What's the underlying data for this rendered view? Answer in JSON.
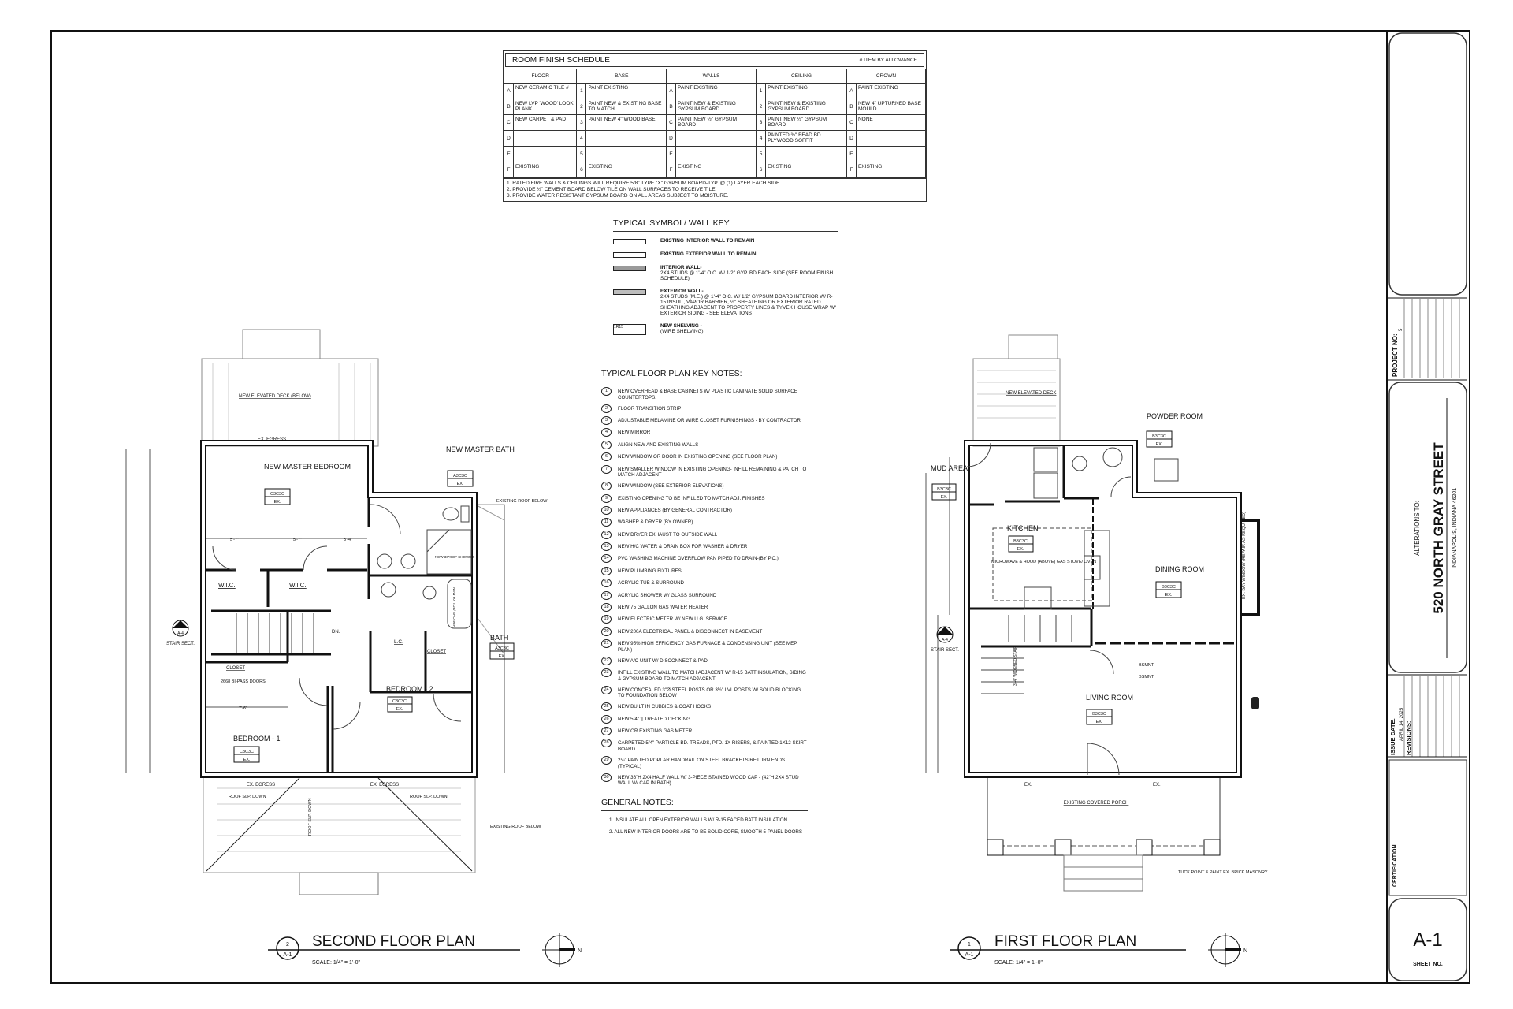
{
  "schedule": {
    "title": "ROOM FINISH SCHEDULE",
    "allowance_note": "# ITEM BY ALLOWANCE",
    "columns": [
      "FLOOR",
      "BASE",
      "WALLS",
      "CEILING",
      "CROWN"
    ],
    "rows": [
      [
        [
          "A",
          "NEW CERAMIC TILE #"
        ],
        [
          "1",
          "PAINT EXISTING"
        ],
        [
          "A",
          "PAINT EXISTING"
        ],
        [
          "1",
          "PAINT EXISTING"
        ],
        [
          "A",
          "PAINT EXISTING"
        ]
      ],
      [
        [
          "B",
          "NEW LVP 'WOOD' LOOK PLANK"
        ],
        [
          "2",
          "PAINT NEW & EXISTING BASE TO MATCH"
        ],
        [
          "B",
          "PAINT NEW & EXISTING GYPSUM BOARD"
        ],
        [
          "2",
          "PAINT NEW & EXISTING GYPSUM BOARD"
        ],
        [
          "B",
          "NEW 4\" UPTURNED BASE MOULD"
        ]
      ],
      [
        [
          "C",
          "NEW CARPET & PAD"
        ],
        [
          "3",
          "PAINT NEW 4\" WOOD BASE"
        ],
        [
          "C",
          "PAINT NEW ½\" GYPSUM BOARD"
        ],
        [
          "3",
          "PAINT NEW ½\" GYPSUM BOARD"
        ],
        [
          "C",
          "NONE"
        ]
      ],
      [
        [
          "D",
          ""
        ],
        [
          "4",
          ""
        ],
        [
          "D",
          ""
        ],
        [
          "4",
          "PAINTED ⅜\" BEAD BD. PLYWOOD SOFFIT"
        ],
        [
          "D",
          ""
        ]
      ],
      [
        [
          "E",
          ""
        ],
        [
          "5",
          ""
        ],
        [
          "E",
          ""
        ],
        [
          "5",
          ""
        ],
        [
          "E",
          ""
        ]
      ],
      [
        [
          "F",
          "EXISTING"
        ],
        [
          "6",
          "EXISTING"
        ],
        [
          "F",
          "EXISTING"
        ],
        [
          "6",
          "EXISTING"
        ],
        [
          "F",
          "EXISTING"
        ]
      ]
    ],
    "notes": [
      "1. RATED FIRE WALLS & CEILINGS WILL REQUIRE 5/8\" TYPE \"X\" GYPSUM BOARD-TYP. @ (1) LAYER EACH SIDE",
      "2. PROVIDE ½\" CEMENT BOARD BELOW TILE ON WALL SURFACES TO RECEIVE TILE.",
      "3. PROVIDE WATER RESISTANT GYPSUM BOARD ON ALL AREAS SUBJECT TO MOISTURE."
    ]
  },
  "wall_key": {
    "title": "TYPICAL SYMBOL/ WALL KEY",
    "items": [
      {
        "label": "EXISTING INTERIOR WALL TO REMAIN",
        "desc": "",
        "fill": "#ffffff",
        "swatch_text": ""
      },
      {
        "label": "EXISTING EXTERIOR WALL TO REMAIN",
        "desc": "",
        "fill": "#ffffff",
        "swatch_text": ""
      },
      {
        "label": "INTERIOR WALL-",
        "desc": "2x4 STUDS @ 1'-4\" O.C. W/ 1/2\" GYP. BD EACH SIDE (SEE ROOM FINISH SCHEDULE)",
        "fill": "#9a9a9a",
        "swatch_text": ""
      },
      {
        "label": "EXTERIOR WALL-",
        "desc": "2x4 STUDS (M.E.) @ 1'-4\" O.C. W/ 1/2\" GYPSUM BOARD INTERIOR W/ R-15 INSUL., VAPOR BARRIER, ½\" SHEATHING OR EXTERIOR RATED SHEATHING ADJACENT TO PROPERTY LINES & TYVEK HOUSE WRAP W/ EXTERIOR SIDING - SEE ELEVATIONS",
        "fill": "#bdbdbd",
        "swatch_text": ""
      },
      {
        "label": "NEW SHELVING -",
        "desc": "(WIRE SHELVING)",
        "fill": "#ffffff",
        "swatch_text": "1R15"
      }
    ]
  },
  "key_notes": {
    "title": "TYPICAL FLOOR PLAN KEY NOTES:",
    "items": [
      {
        "n": "1",
        "t": "NEW OVERHEAD & BASE CABINETS W/ PLASTIC LAMINATE SOLID SURFACE COUNTERTOPS."
      },
      {
        "n": "2",
        "t": "FLOOR TRANSITION STRIP"
      },
      {
        "n": "3",
        "t": "ADJUSTABLE MELAMINE OR WIRE CLOSET FURNISHINGS - BY CONTRACTOR"
      },
      {
        "n": "4",
        "t": "NEW MIRROR"
      },
      {
        "n": "5",
        "t": "ALIGN NEW AND EXISTING WALLS"
      },
      {
        "n": "6",
        "t": "NEW WINDOW OR DOOR IN EXISTING OPENING (SEE FLOOR PLAN)"
      },
      {
        "n": "7",
        "t": "NEW SMALLER WINDOW IN EXISTING OPENING- INFILL REMAINING & PATCH TO MATCH ADJACENT"
      },
      {
        "n": "8",
        "t": "NEW WINDOW (SEE EXTERIOR ELEVATIONS)"
      },
      {
        "n": "9",
        "t": "EXISTING OPENING TO BE INFILLED TO MATCH ADJ. FINISHES"
      },
      {
        "n": "10",
        "t": "NEW APPLIANCES (BY GENERAL CONTRACTOR)"
      },
      {
        "n": "11",
        "t": "WASHER & DRYER (BY OWNER)"
      },
      {
        "n": "12",
        "t": "NEW DRYER EXHAUST TO OUTSIDE WALL"
      },
      {
        "n": "13",
        "t": "NEW H/C WATER & DRAIN BOX FOR WASHER & DRYER"
      },
      {
        "n": "14",
        "t": "PVC WASHING MACHINE OVERFLOW PAN PIPED TO DRAIN-(BY P.C.)"
      },
      {
        "n": "15",
        "t": "NEW PLUMBING FIXTURES"
      },
      {
        "n": "16",
        "t": "ACRYLIC TUB & SURROUND"
      },
      {
        "n": "17",
        "t": "ACRYLIC SHOWER W/ GLASS SURROUND"
      },
      {
        "n": "18",
        "t": "NEW 75 GALLON GAS WATER HEATER"
      },
      {
        "n": "19",
        "t": "NEW ELECTRIC METER W/ NEW U.G. SERVICE"
      },
      {
        "n": "20",
        "t": "NEW 200A ELECTRICAL PANEL & DISCONNECT IN BASEMENT"
      },
      {
        "n": "21",
        "t": "NEW 95% HIGH EFFICIENCY GAS FURNACE & CONDENSING UNIT (SEE MEP PLAN)"
      },
      {
        "n": "22",
        "t": "NEW A/C UNIT W/ DISCONNECT & PAD"
      },
      {
        "n": "23",
        "t": "INFILL EXISTING WALL TO MATCH ADJACENT W/ R-15 BATT INSULATION, SIDING & GYPSUM BOARD TO MATCH ADJACENT"
      },
      {
        "n": "24",
        "t": "NEW CONCEALED 3\"Ø STEEL POSTS OR 3½\" LVL POSTS W/ SOLID BLOCKING TO FOUNDATION BELOW"
      },
      {
        "n": "25",
        "t": "NEW BUILT IN CUBBIES & COAT HOOKS"
      },
      {
        "n": "26",
        "t": "NEW 5/4\" ¶ TREATED DECKING"
      },
      {
        "n": "27",
        "t": "NEW OR EXISTING GAS METER"
      },
      {
        "n": "28",
        "t": "CARPETED 5/4\" PARTICLE BD. TREADS, PTD. 1x RISERS, & PAINTED 1x12 SKIRT BOARD"
      },
      {
        "n": "29",
        "t": "2¼\" PAINTED POPLAR HANDRAIL ON STEEL BRACKETS RETURN ENDS (TYPICAL)"
      },
      {
        "n": "30",
        "t": "NEW 36\"H 2x4 HALF WALL W/ 3-PIECE STAINED WOOD CAP - (42\"H 2x4 STUD WALL W/ CAP IN BATH)"
      }
    ]
  },
  "general_notes": {
    "title": "GENERAL NOTES:",
    "items": [
      "1. INSULATE ALL OPEN EXTERIOR WALLS W/ R-15 FACED BATT INSULATION",
      "2. ALL NEW INTERIOR DOORS ARE TO BE SOLID CORE, SMOOTH 5-PANEL DOORS"
    ]
  },
  "second_floor": {
    "title": "SECOND FLOOR PLAN",
    "scale": "SCALE: 1/4\" = 1'-0\"",
    "detail_num": "2",
    "sheet_ref": "A-1",
    "north": "N",
    "deck_label": "NEW ELEVATED DECK (BELOW)",
    "egress_top": "EX. EGRESS",
    "egress_bl": "EX. EGRESS",
    "egress_br": "EX. EGRESS",
    "roof_slope_l": "ROOF SLP. DOWN",
    "roof_slope_r": "ROOF SLP. DOWN",
    "roof_slope_c": "ROOF SLP. DOWN",
    "existing_roof_top": "EXISTING ROOF BELOW",
    "existing_roof_bottom": "EXISTING ROOF BELOW",
    "stair_sect": "STAIR SECT.",
    "stair_ref": "A-4",
    "rooms": [
      {
        "name": "NEW MASTER BEDROOM",
        "code": "C3C3C",
        "ceil": "EX."
      },
      {
        "name": "NEW MASTER BATH",
        "code": "A3C3C",
        "ceil": "EX."
      },
      {
        "name": "W.I.C.",
        "code": "",
        "ceil": ""
      },
      {
        "name": "W.I.C.",
        "code": "",
        "ceil": ""
      },
      {
        "name": "BATH",
        "code": "A3C3C",
        "ceil": "EX."
      },
      {
        "name": "BEDROOM - 2",
        "code": "C3C3C",
        "ceil": "EX."
      },
      {
        "name": "BEDROOM - 1",
        "code": "C3C3C",
        "ceil": "EX."
      },
      {
        "name": "L.C.",
        "code": "",
        "ceil": ""
      },
      {
        "name": "CLOSET",
        "code": "",
        "ceil": ""
      },
      {
        "name": "CLOSET",
        "code": "",
        "ceil": ""
      }
    ],
    "dims": [
      "5'-7\"",
      "5'-7\"",
      "3'-4\"",
      "7'-6\"",
      "2668 BI-PASS DOORS",
      "NEW 36\"x36\" SHOWER",
      "NEW 60\" TUB/ SHOWER",
      "DN."
    ]
  },
  "first_floor": {
    "title": "FIRST FLOOR PLAN",
    "scale": "SCALE: 1/4\" = 1'-0\"",
    "detail_num": "1",
    "sheet_ref": "A-1",
    "north": "N",
    "deck_label": "NEW ELEVATED DECK",
    "porch_label": "EXISTING COVERED PORCH",
    "masonry_note": "TUCK POINT & PAINT EX. BRICK MASONRY",
    "bay_window": "EX. BAY WINDOW (REPAIR AS REQUIRED)",
    "appliance_note": "MICROWAVE & HOOD (ABOVE) GAS STOVE/ OVEN",
    "bsmnt1": "BSMNT",
    "bsmnt2": "BSMNT",
    "stair_note": "3'-4\" WIDENED STAIR",
    "stair_sect": "STAIR SECT.",
    "stair_ref": "A-4",
    "ex1": "EX.",
    "ex2": "EX.",
    "rooms": [
      {
        "name": "POWDER ROOM",
        "code": "B3C3C",
        "ceil": "EX."
      },
      {
        "name": "MUD AREA",
        "code": "B3C3C",
        "ceil": "EX."
      },
      {
        "name": "KITCHEN",
        "code": "B3C3C",
        "ceil": "EX."
      },
      {
        "name": "DINING ROOM",
        "code": "B3C3C",
        "ceil": "EX."
      },
      {
        "name": "LIVING ROOM",
        "code": "B3C3C",
        "ceil": "EX."
      }
    ]
  },
  "title_block": {
    "project_no_label": "PROJECT NO:",
    "project_no": "5",
    "alterations_to": "ALTERATIONS TO:",
    "address": "520 NORTH GRAY STREET",
    "city": "INDIANAPOLIS, INDIANA 46201",
    "issue_date_label": "ISSUE DATE:",
    "issue_date": "APRIL 14, 2025",
    "revisions_label": "REVISIONS:",
    "certification_label": "CERTIFICATION",
    "sheet_no": "A-1",
    "sheet_no_label": "SHEET NO."
  }
}
